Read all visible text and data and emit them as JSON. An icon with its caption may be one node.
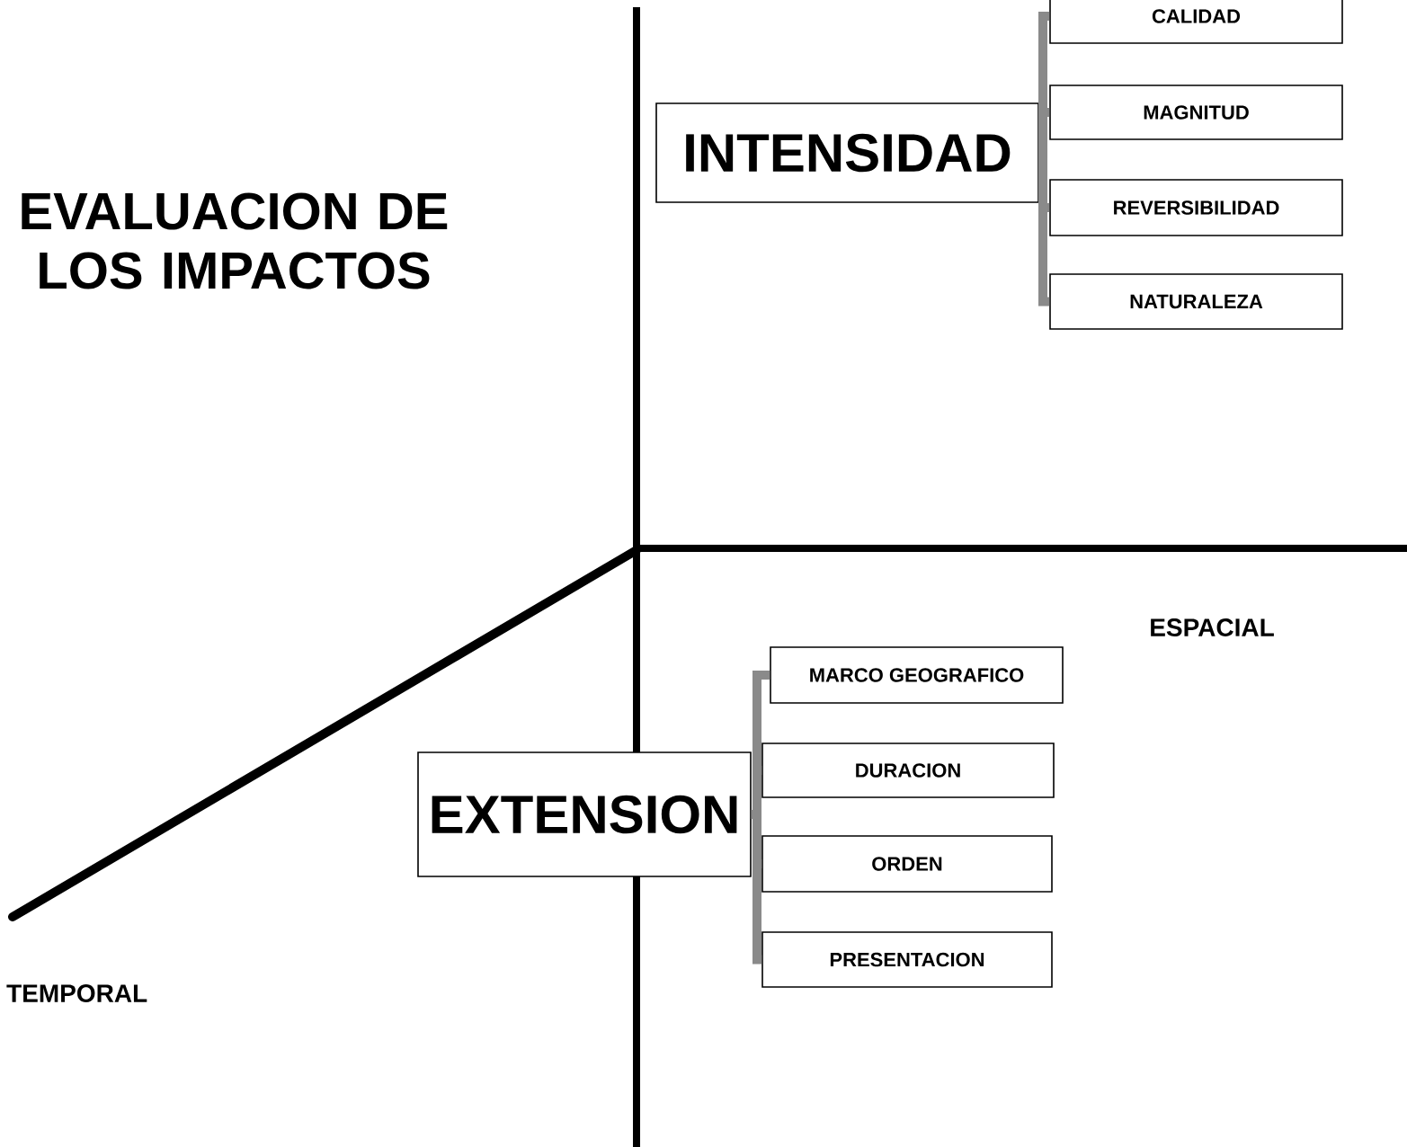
{
  "diagram": {
    "title": "EVALUACION DE LOS IMPACTOS",
    "nodes": [
      {
        "text": [
          "INTENSIDAD"
        ]
      },
      {
        "text": [
          "CALIDAD"
        ]
      },
      {
        "text": [
          "MAGNITUD"
        ]
      },
      {
        "text": [
          "REVERSIBILIDAD"
        ]
      },
      {
        "text": [
          "NATURALEZA"
        ]
      },
      {
        "text": [
          "EXTENSION"
        ]
      },
      {
        "text": [
          "MARCO GEOGRAFICO"
        ]
      },
      {
        "text": [
          "DURACION"
        ]
      },
      {
        "text": [
          "ORDEN"
        ]
      },
      {
        "text": [
          "PRESENTACION"
        ]
      }
    ],
    "edges": [
      {
        "from": 0,
        "to": 1,
        "arrow": "none"
      },
      {
        "from": 0,
        "to": 2,
        "arrow": "none"
      },
      {
        "from": 0,
        "to": 3,
        "arrow": "none"
      },
      {
        "from": 0,
        "to": 4,
        "arrow": "none"
      },
      {
        "from": 5,
        "to": 6,
        "arrow": "none"
      },
      {
        "from": 5,
        "to": 7,
        "arrow": "none"
      },
      {
        "from": 5,
        "to": 8,
        "arrow": "none"
      },
      {
        "from": 5,
        "to": 9,
        "arrow": "none"
      }
    ],
    "labels": [
      "ESPACIAL",
      "TEMPORAL"
    ]
  }
}
